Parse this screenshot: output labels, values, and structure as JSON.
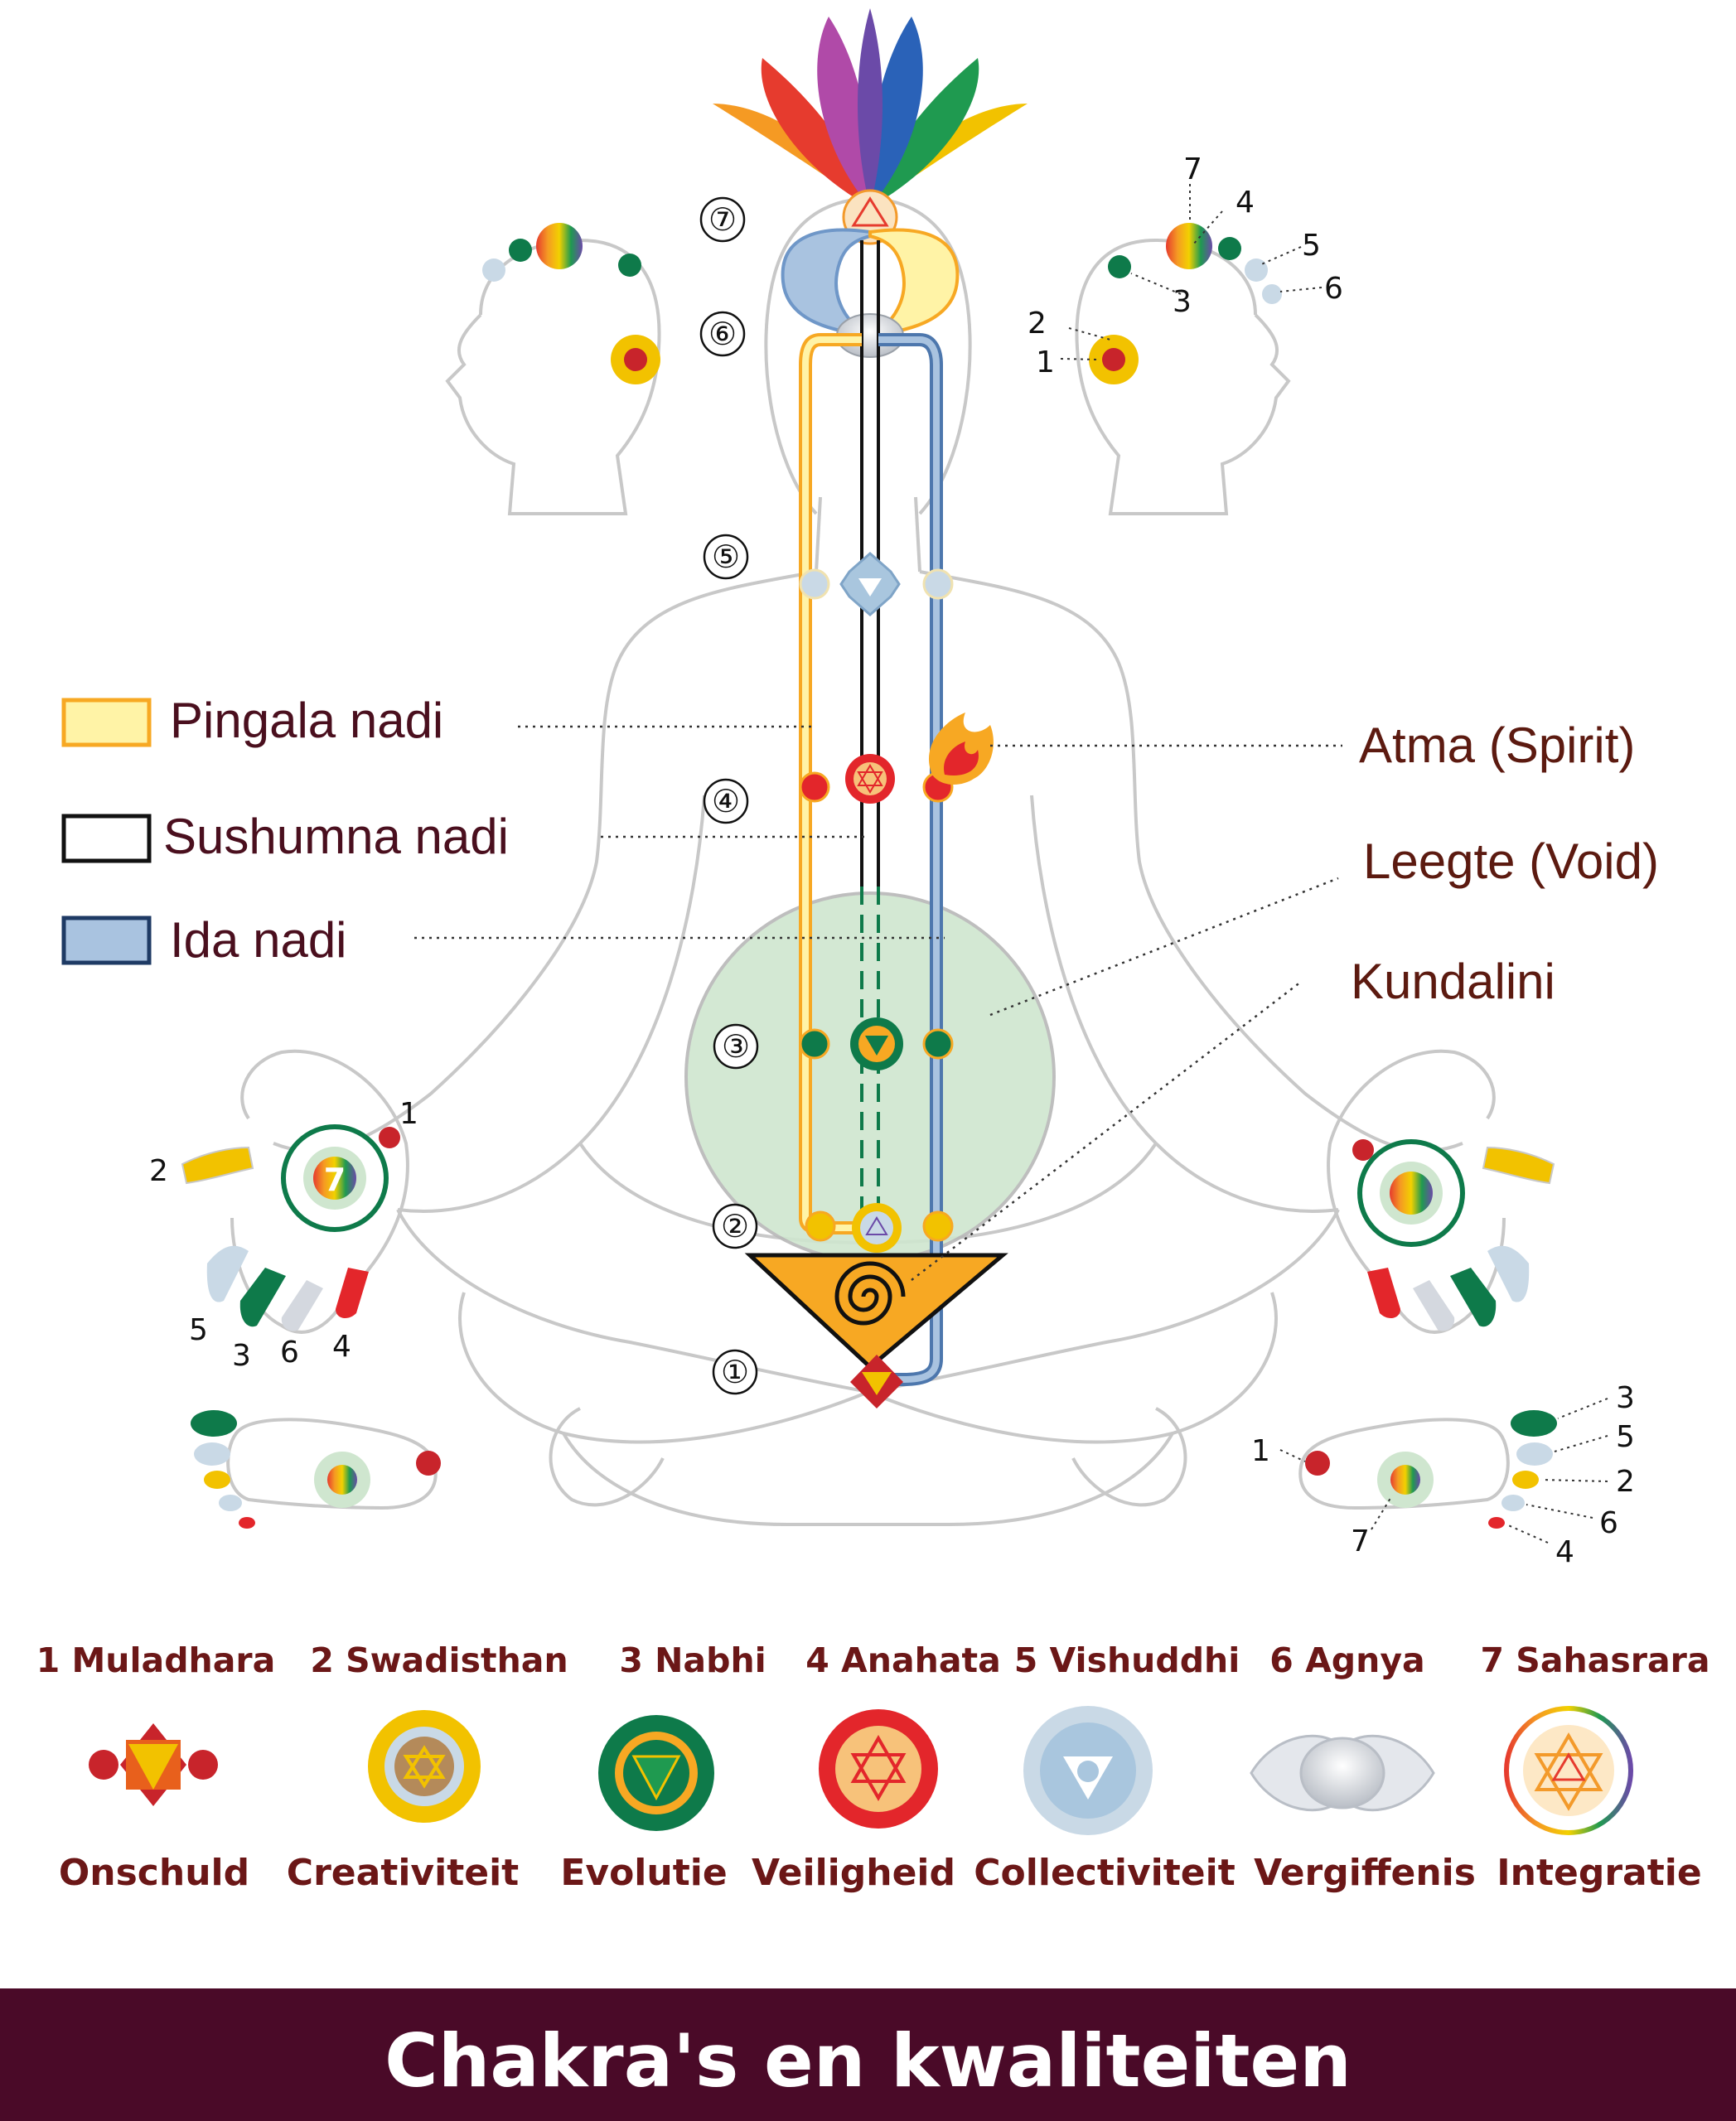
{
  "legend": {
    "pingala": "Pingala nadi",
    "sushumna": "Sushumna nadi",
    "ida": "Ida nadi"
  },
  "callouts": {
    "atma": "Atma (Spirit)",
    "void": "Leegte (Void)",
    "kundalini": "Kundalini"
  },
  "spine_numbers": [
    "⑦",
    "⑥",
    "⑤",
    "④",
    "③",
    "②",
    "①"
  ],
  "head_right_numbers": [
    "7",
    "4",
    "5",
    "6",
    "3",
    "2",
    "1"
  ],
  "hand_left_numbers": [
    "1",
    "2",
    "7",
    "5",
    "3",
    "6",
    "4"
  ],
  "foot_right_numbers": [
    "3",
    "5",
    "2",
    "6",
    "4",
    "1",
    "7"
  ],
  "chakras": [
    {
      "name": "1 Muladhara",
      "quality": "Onschuld",
      "color": "#c8242b"
    },
    {
      "name": "2 Swadisthan",
      "quality": "Creativiteit",
      "color": "#f2c200"
    },
    {
      "name": "3 Nabhi",
      "quality": "Evolutie",
      "color": "#0e7a4a"
    },
    {
      "name": "4 Anahata",
      "quality": "Veiligheid",
      "color": "#e3262b"
    },
    {
      "name": "5 Vishuddhi",
      "quality": "Collectiviteit",
      "color": "#a9c6de"
    },
    {
      "name": "6 Agnya",
      "quality": "Vergiffenis",
      "color": "#d4d8df"
    },
    {
      "name": "7 Sahasrara",
      "quality": "Integratie",
      "color": "#f39a2b"
    }
  ],
  "colors": {
    "pingala": "#f7a823",
    "ida": "#6f97c8",
    "void": "#cfe6cf",
    "footer": "#4a0a28",
    "text": "#6b1717"
  },
  "footer_title": "Chakra's en kwaliteiten"
}
